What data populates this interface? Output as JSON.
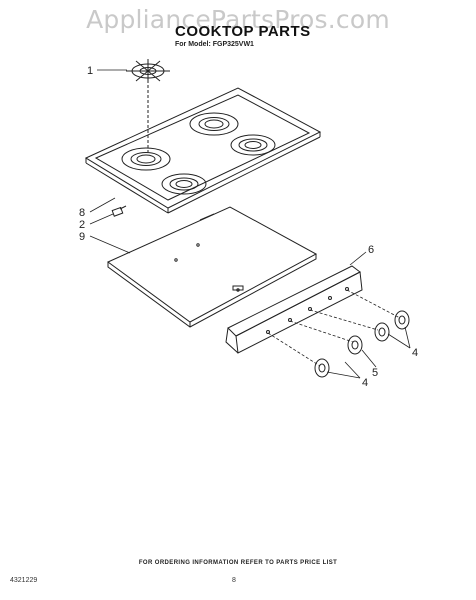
{
  "watermark": "AppliancePartsPros.com",
  "title": "COOKTOP PARTS",
  "model": "For Model: FGP325VW1",
  "callouts": [
    "1",
    "8",
    "2",
    "9",
    "6",
    "4",
    "5",
    "4"
  ],
  "footer": "FOR ORDERING INFORMATION REFER TO PARTS PRICE LIST",
  "doc_number": "4321229",
  "page_number": "8"
}
